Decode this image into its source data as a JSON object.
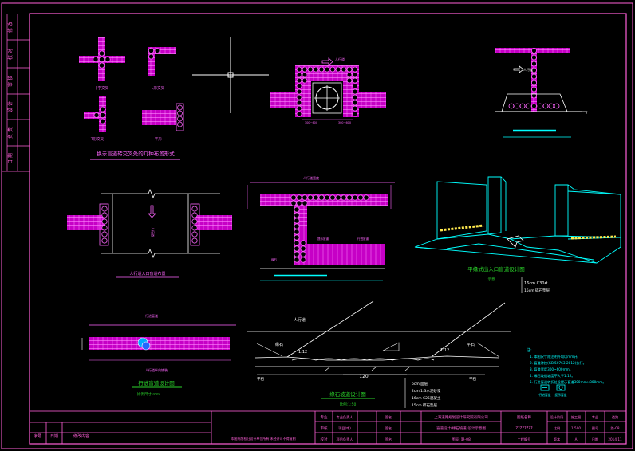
{
  "colors": {
    "background": "#000000",
    "frame": "#ff5fd8",
    "tile": "#d400d4",
    "tile_stroke": "#ff66ff",
    "cyan": "#00ffff",
    "yellow": "#ffe94d",
    "white": "#ffffff",
    "green": "#2bd52b",
    "blue": "#3c6cff"
  },
  "labels": {
    "caption_layout": "换示盲道砖交叉处的几种布置形式",
    "cross_label": "十字交叉",
    "l_label": "L形交叉",
    "t_label": "T形交叉",
    "straight_label": "一字形",
    "ped_entry_caption": "人行道入口盲道布置",
    "ramp_caption": "缘石坡道设计图",
    "ramp_scale": "比例:1:50",
    "detail_caption": "行进盲道设计图",
    "detail_scale": "比例尺寸:mm",
    "slope_left": "1:12",
    "slope_right": "1:12",
    "dim_120": "120",
    "sidewalk": "人行道",
    "curb_left": "缘石",
    "curb_right": "平石",
    "layer1": "6cm 面层",
    "layer2": "2cm 1:3水泥砂浆",
    "layer3": "16cm C25混凝土",
    "layer4": "15cm 碎石垫层",
    "perspective_caption": "平缘式出入口盲道设计图",
    "perspective_sub": "示意",
    "perspective_l1": "16cm C30#",
    "perspective_l2": "15cm 碎石垫层",
    "notes_title": "注:",
    "note1": "1. 本图尺寸除注明外均以mm计。",
    "note2": "2. 盲道砖按(GB 50763-2012)执行。",
    "note3": "3. 盲道宽度300~600mm。",
    "note4": "4. 缘石坡道坡度不大于1:12。",
    "note5": "5. 行进盲道转折处设提示盲道300mm×300mm。",
    "legend_a": "行进盲道",
    "legend_b": "提示盲道",
    "detail_top_label": "行进盲道",
    "detail_bottom_label": "人行道纵向铺装",
    "t_plan_top": "人行道",
    "t_plan_dim1": "300~600",
    "t_plan_dim2": "300~600",
    "elev_label": "人行道",
    "big_t_label": "人行道宽度",
    "big_t_bottom1": "提示盲道",
    "big_t_bottom2": "行进盲道",
    "big_t_bottom3": "缘石"
  },
  "sidebar": {
    "cells": [
      "修 改",
      "校 对",
      "审 核",
      "设 计",
      "负 责",
      "日 期"
    ]
  },
  "title_block": {
    "left_col1": "序号",
    "left_col2": "日期",
    "left_col3": "修改内容",
    "note_text": "本图纸版权归设计单位所有 未经许可不得复制",
    "r1": [
      "专业",
      "专业负责人",
      "签名",
      "上海道路规划设计研究院有限公司",
      "图纸名称",
      "设计阶段",
      "施工图",
      "专业",
      "道路"
    ],
    "r2": [
      "审核",
      "项目(审)",
      "签名",
      "盲道设计(缘石坡道)设计示意图",
      "????????",
      "比例",
      "1:500",
      "图号",
      "路-08"
    ],
    "r3": [
      "校对",
      "项目负责人",
      "签名",
      "图号: 路-08",
      "工程编号",
      "版本",
      "A",
      "日期",
      "2014.11"
    ]
  }
}
